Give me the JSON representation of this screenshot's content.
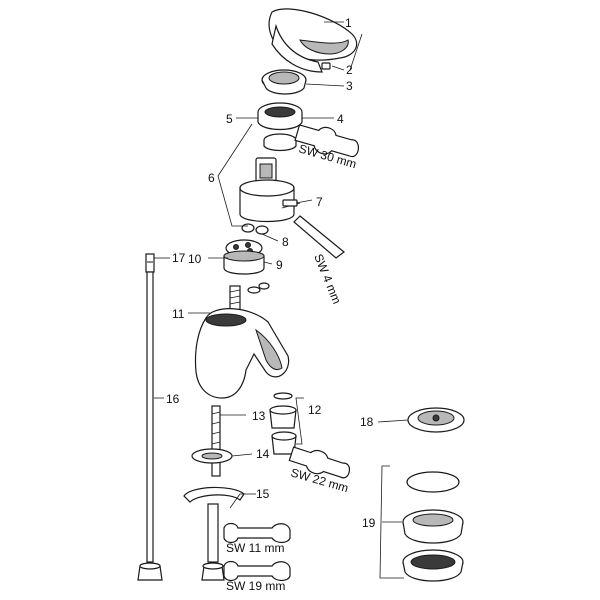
{
  "labels": {
    "p1": "1",
    "p2": "2",
    "p3": "3",
    "p4": "4",
    "p5": "5",
    "p6": "6",
    "p7": "7",
    "p8": "8",
    "p9": "9",
    "p10": "10",
    "p11": "11",
    "p12": "12",
    "p13": "13",
    "p14": "14",
    "p15": "15",
    "p16": "16",
    "p17": "17",
    "p18": "18",
    "p19": "19"
  },
  "tools": {
    "sw30": "SW 30 mm",
    "sw4": "SW 4 mm",
    "sw22": "SW 22 mm",
    "sw11": "SW 11 mm",
    "sw19": "SW 19 mm"
  }
}
